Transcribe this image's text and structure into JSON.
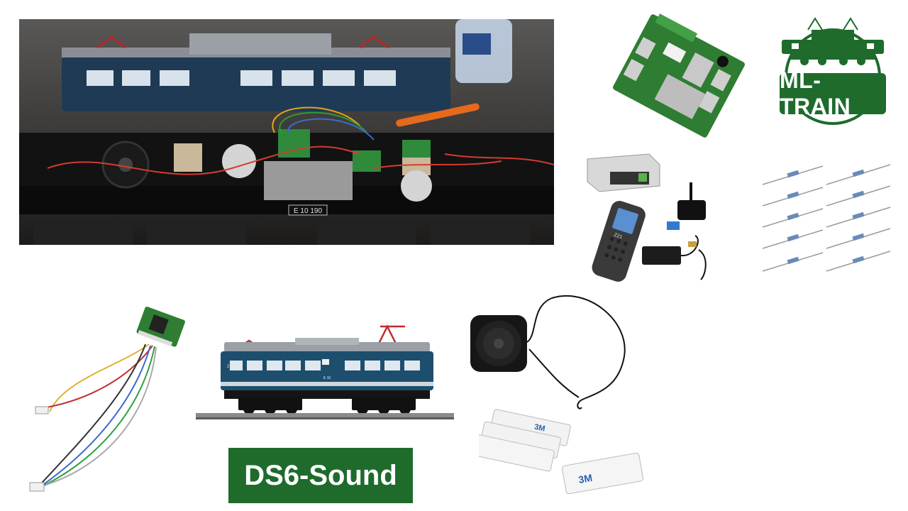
{
  "logo": {
    "text": "ML-TRAIN",
    "color": "#1e6b2c"
  },
  "sound_label": {
    "text": "DS6-Sound",
    "background": "#1e6b2c"
  },
  "photo_text": {
    "loco_number_plate": "E 10 190",
    "loco_number_small": "E 10",
    "cab_number": "2",
    "tape_brand": "3M",
    "handset_brand": "Z21"
  }
}
